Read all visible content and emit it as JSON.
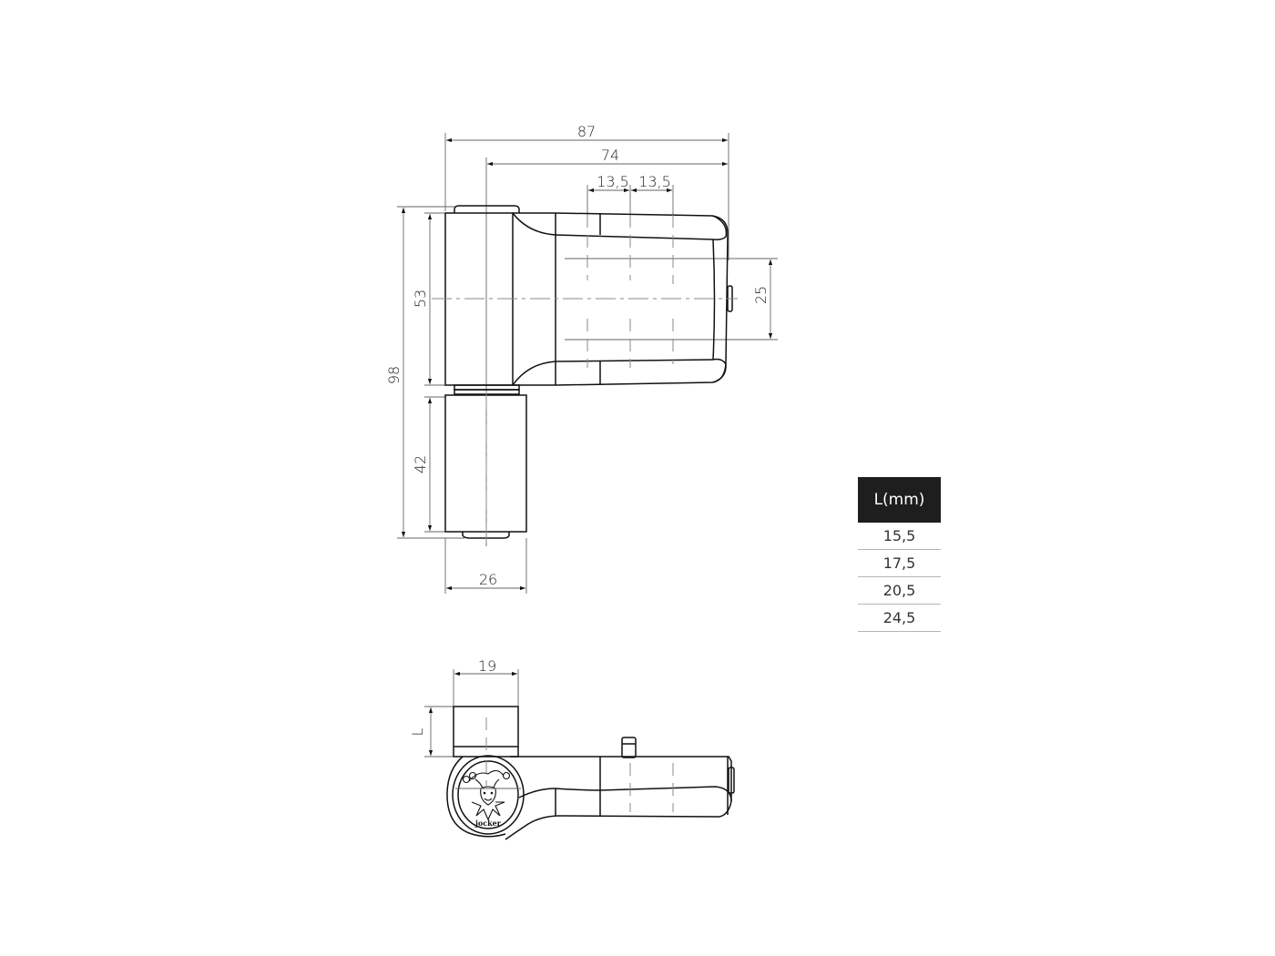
{
  "front_view": {
    "dimensions": {
      "overall_width": "87",
      "body_width": "74",
      "hole_spacing_1": "13,5",
      "hole_spacing_2": "13,5",
      "overall_height": "98",
      "upper_part_height": "53",
      "lower_part_height": "42",
      "hole_spacing_vertical": "25",
      "barrel_width": "26"
    }
  },
  "side_view": {
    "dimensions": {
      "barrel_width": "19",
      "length_variable": "L"
    },
    "logo_text": "jocker"
  },
  "l_table": {
    "header": "L(mm)",
    "rows": [
      "15,5",
      "17,5",
      "20,5",
      "24,5"
    ]
  },
  "colors": {
    "line": "#111111",
    "table_header_bg": "#1e1e1e",
    "table_header_text": "#ffffff"
  }
}
